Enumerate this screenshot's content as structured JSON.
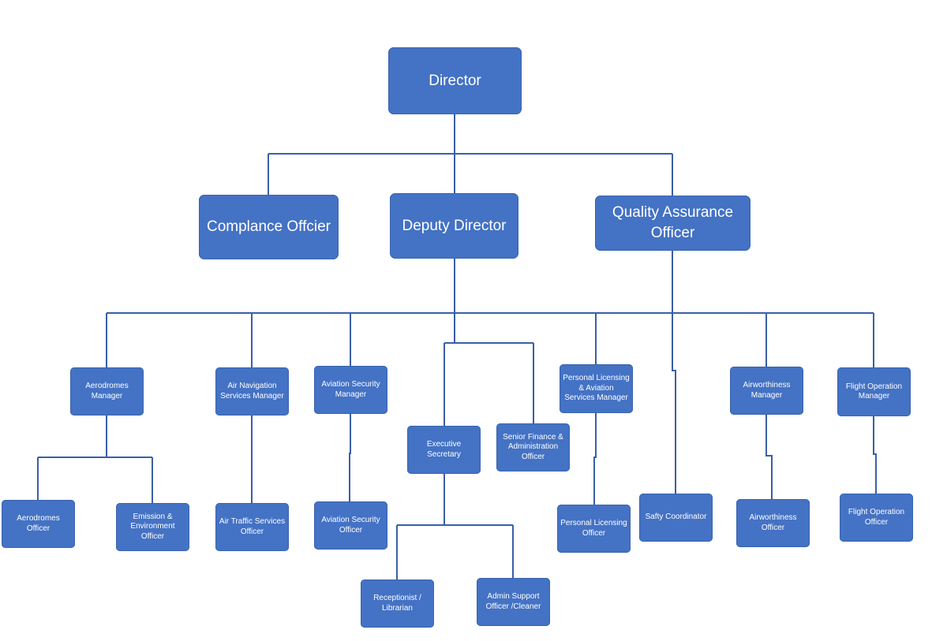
{
  "colors": {
    "box": "#4472C4",
    "line": "#3A5FA6",
    "text": "#FFFFFF"
  },
  "nodes": {
    "director": "Director",
    "compliance_officer": "Complance Offcier",
    "deputy_director": "Deputy Director",
    "quality_assurance_officer": "Quality Assurance Officer",
    "aerodromes_manager": "Aerodromes Manager",
    "air_navigation_services_manager": "Air Navigation Services Manager",
    "aviation_security_manager": "Aviation Security Manager",
    "executive_secretary": "Executive Secretary",
    "senior_finance_admin_officer": "Senior Finance & Administration Officer",
    "personal_licensing_aviation_services_manager": "Personal Licensing & Aviation Services Manager",
    "airworthiness_manager": "Airworthiness Manager",
    "flight_operation_manager": "Flight Operation Manager",
    "aerodromes_officer": "Aerodromes Officer",
    "emission_environment_officer": "Emission & Environment Officer",
    "air_traffic_services_officer": "Air Traffic Services Officer",
    "aviation_security_officer": "Aviation Security Officer",
    "receptionist_librarian": "Receptionist / Librarian",
    "admin_support_officer_cleaner": "Admin Support Officer /Cleaner",
    "personal_licensing_officer": "Personal Licensing Officer",
    "safety_coordinator": "Safty Coordinator",
    "airworthiness_officer": "Airworthiness Officer",
    "flight_operation_officer": "Flight Operation Officer"
  }
}
